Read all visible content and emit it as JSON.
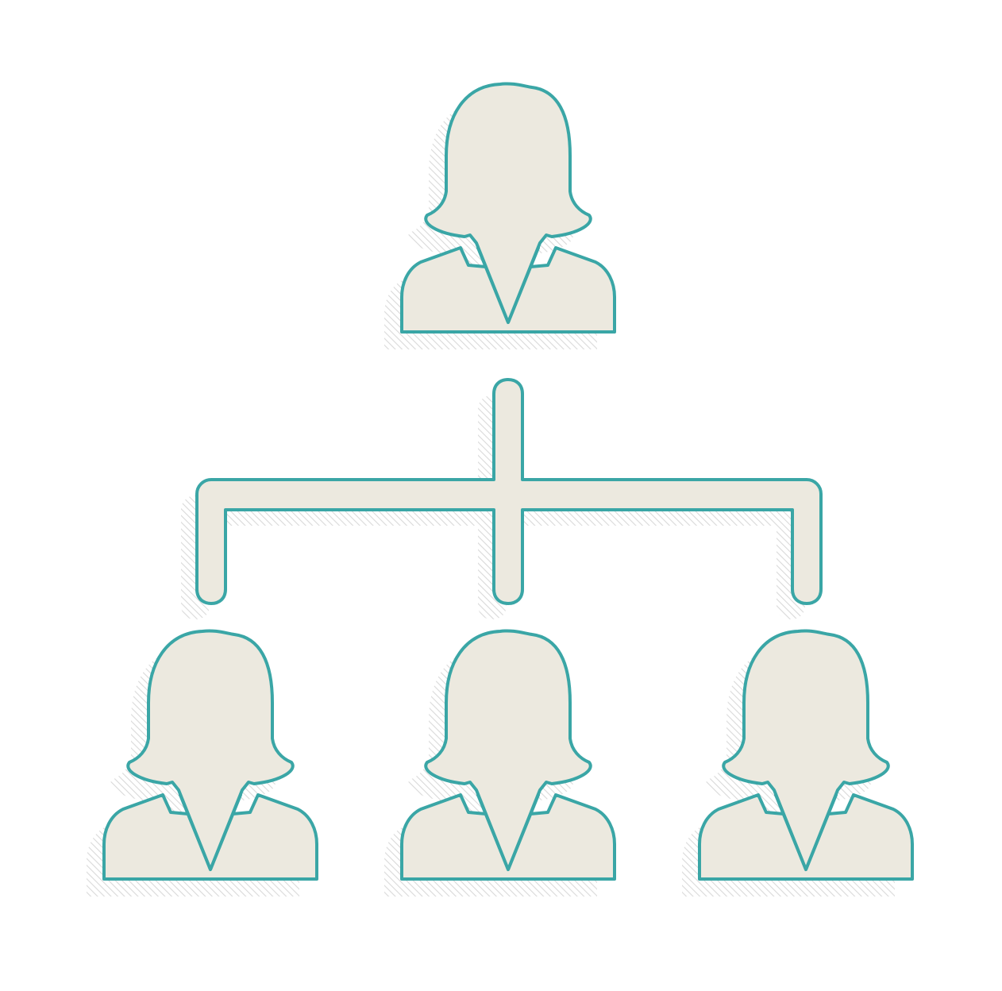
{
  "colors": {
    "background": "#ffffff",
    "fill": "#ece9df",
    "outline": "#3aa6a6",
    "shadow": "#d9d9d9"
  },
  "diagram": {
    "type": "hierarchy",
    "icon": "woman-avatar-icon",
    "connector_icon": "tree-connector-icon",
    "levels": [
      {
        "level": 1,
        "count": 1
      },
      {
        "level": 2,
        "count": 3
      }
    ]
  }
}
